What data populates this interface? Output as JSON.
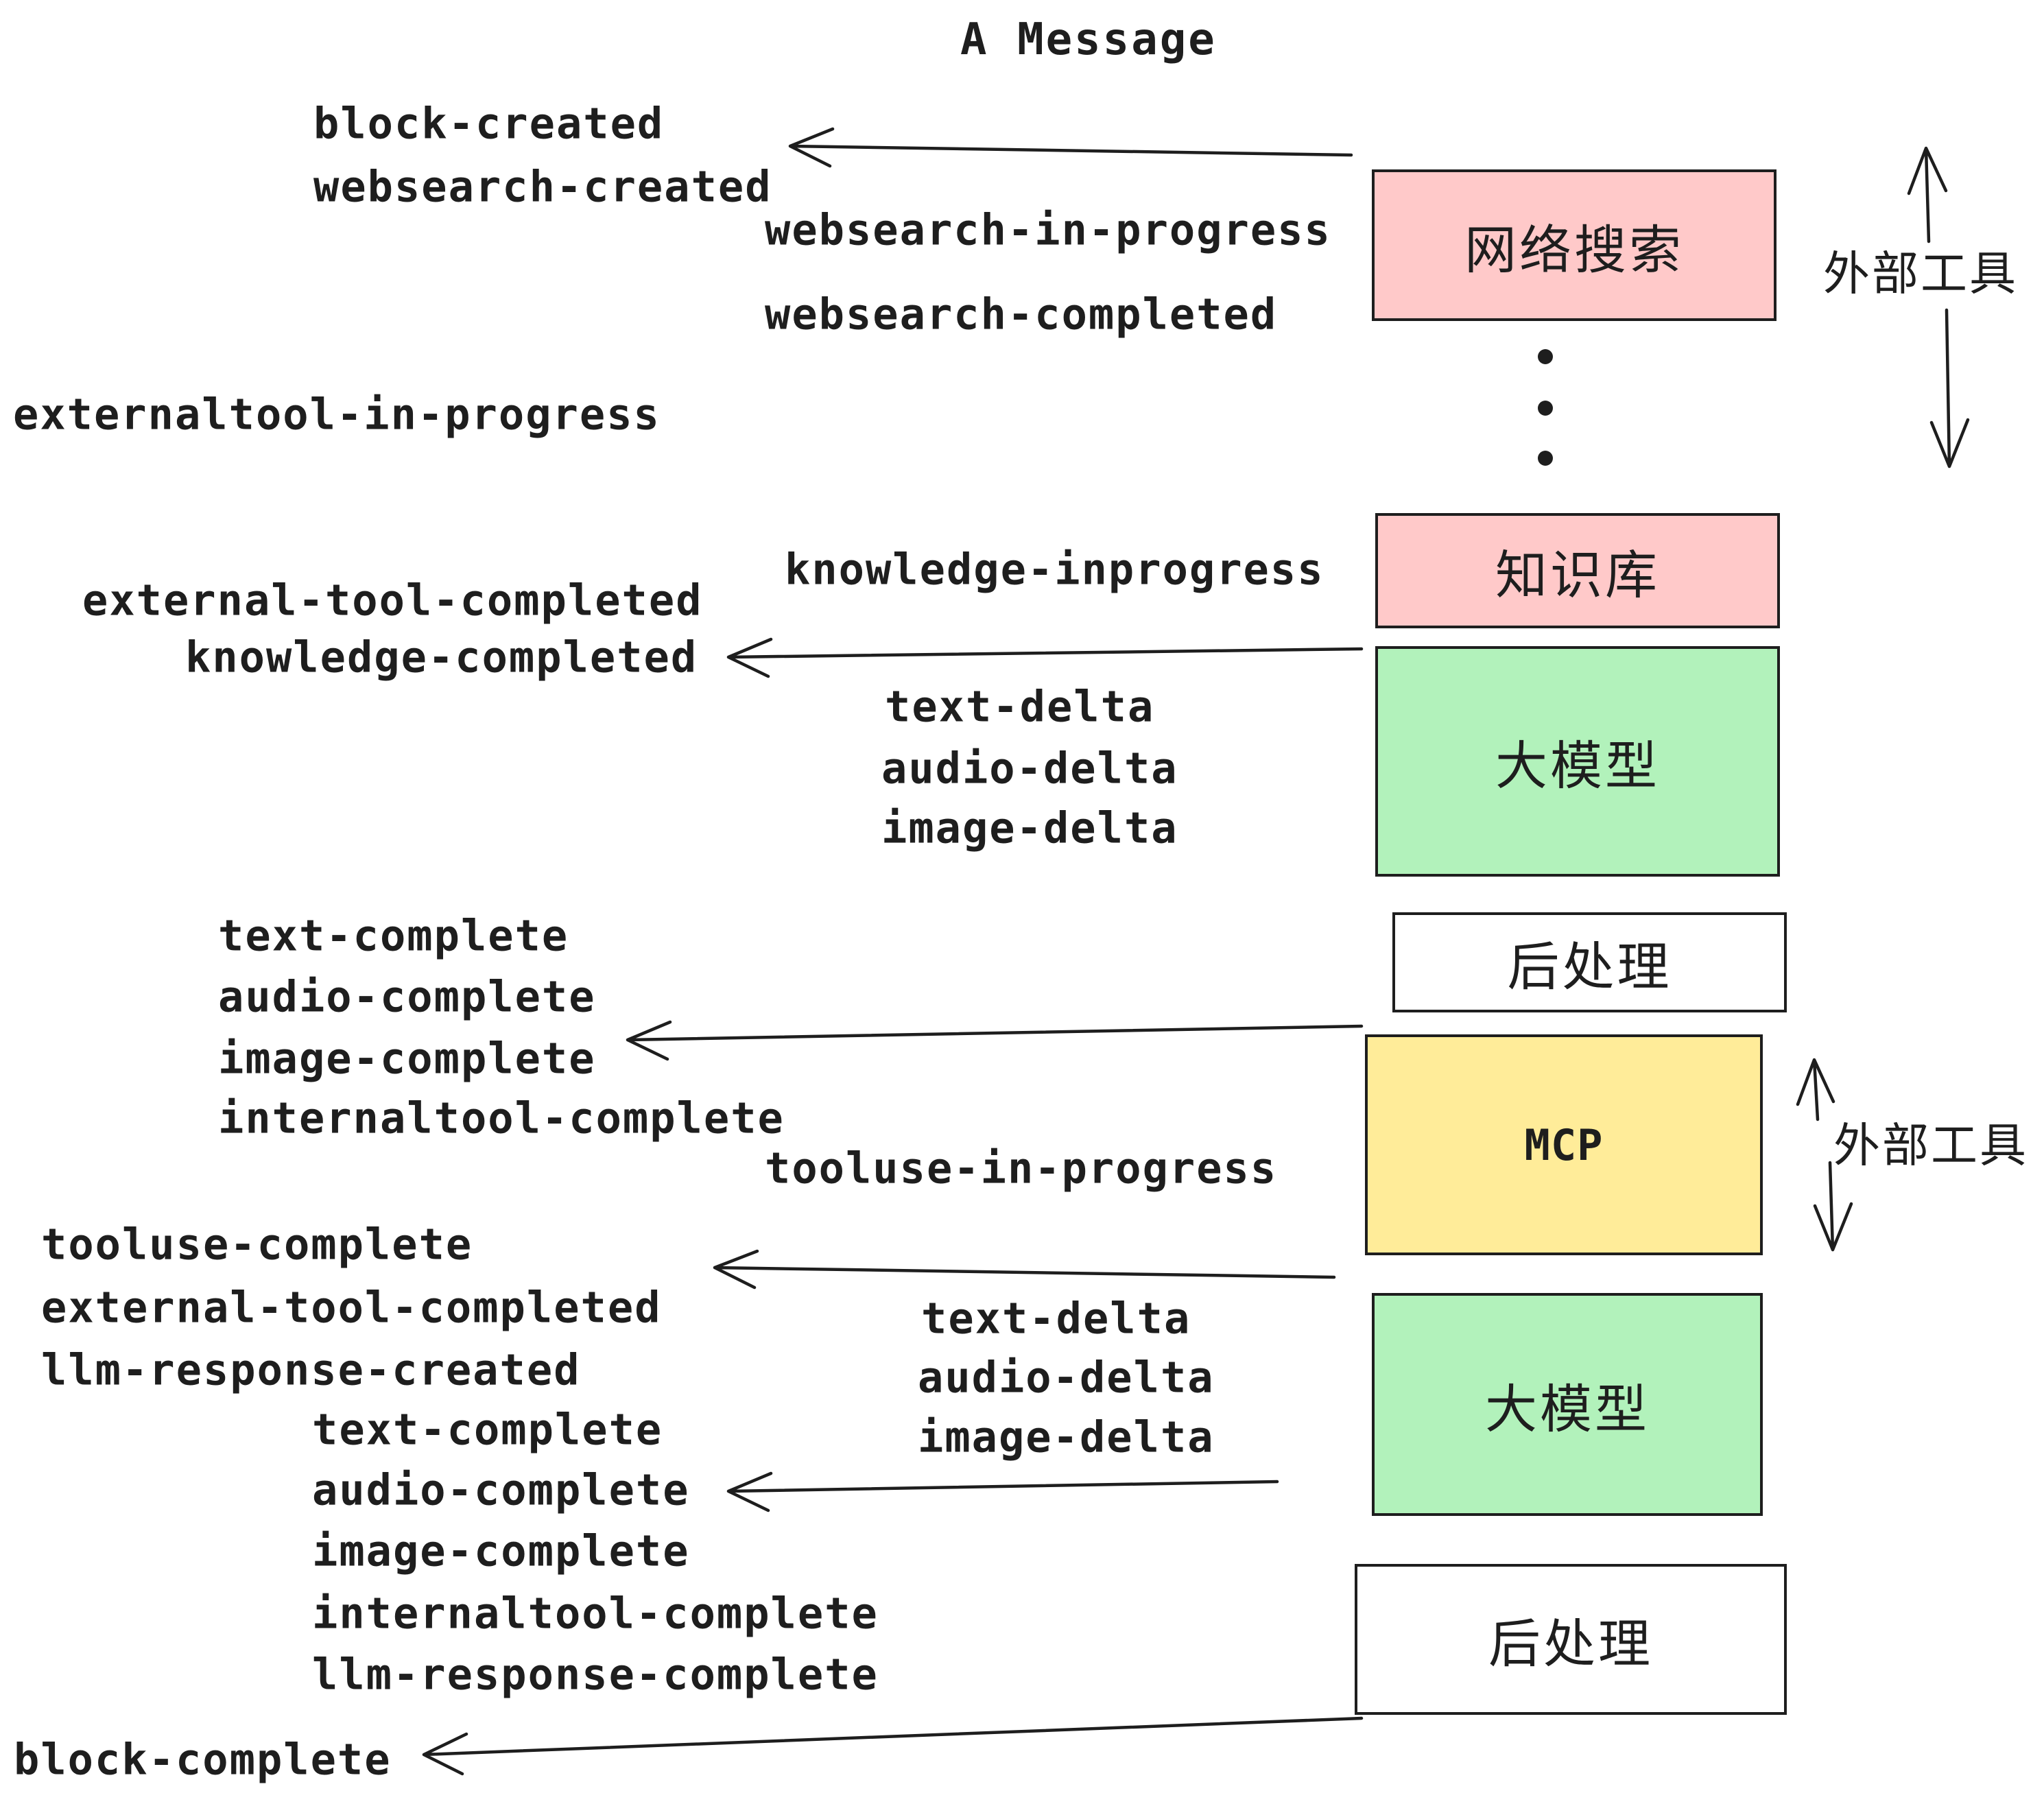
{
  "title": "A Message",
  "colors": {
    "box_pink": "#ffc9c9",
    "box_green": "#b2f2bb",
    "box_yellow": "#ffec99",
    "box_white": "#ffffff",
    "stroke": "#1e1e1e",
    "background": "#ffffff"
  },
  "boxes": [
    {
      "label": "网络搜索"
    },
    {
      "label": "知识库"
    },
    {
      "label": "大模型"
    },
    {
      "label": "后处理"
    },
    {
      "label": "MCP"
    },
    {
      "label": "大模型"
    },
    {
      "label": "后处理"
    }
  ],
  "annotations": {
    "external_tools_top": "外部工具",
    "external_tools_bottom": "外部工具"
  },
  "events": [
    {
      "text": "block-created"
    },
    {
      "text": "websearch-created"
    },
    {
      "text": "websearch-in-progress"
    },
    {
      "text": "websearch-completed"
    },
    {
      "text": "externaltool-in-progress"
    },
    {
      "text": "knowledge-inprogress"
    },
    {
      "text": "external-tool-completed"
    },
    {
      "text": "knowledge-completed"
    },
    {
      "text": "text-delta"
    },
    {
      "text": "audio-delta"
    },
    {
      "text": "image-delta"
    },
    {
      "text": "text-complete"
    },
    {
      "text": "audio-complete"
    },
    {
      "text": "image-complete"
    },
    {
      "text": "internaltool-complete"
    },
    {
      "text": "tooluse-in-progress"
    },
    {
      "text": "tooluse-complete"
    },
    {
      "text": "external-tool-completed"
    },
    {
      "text": "llm-response-created"
    },
    {
      "text": "text-delta"
    },
    {
      "text": "audio-delta"
    },
    {
      "text": "image-delta"
    },
    {
      "text": "text-complete"
    },
    {
      "text": "audio-complete"
    },
    {
      "text": "image-complete"
    },
    {
      "text": "internaltool-complete"
    },
    {
      "text": "llm-response-complete"
    },
    {
      "text": "block-complete"
    }
  ]
}
